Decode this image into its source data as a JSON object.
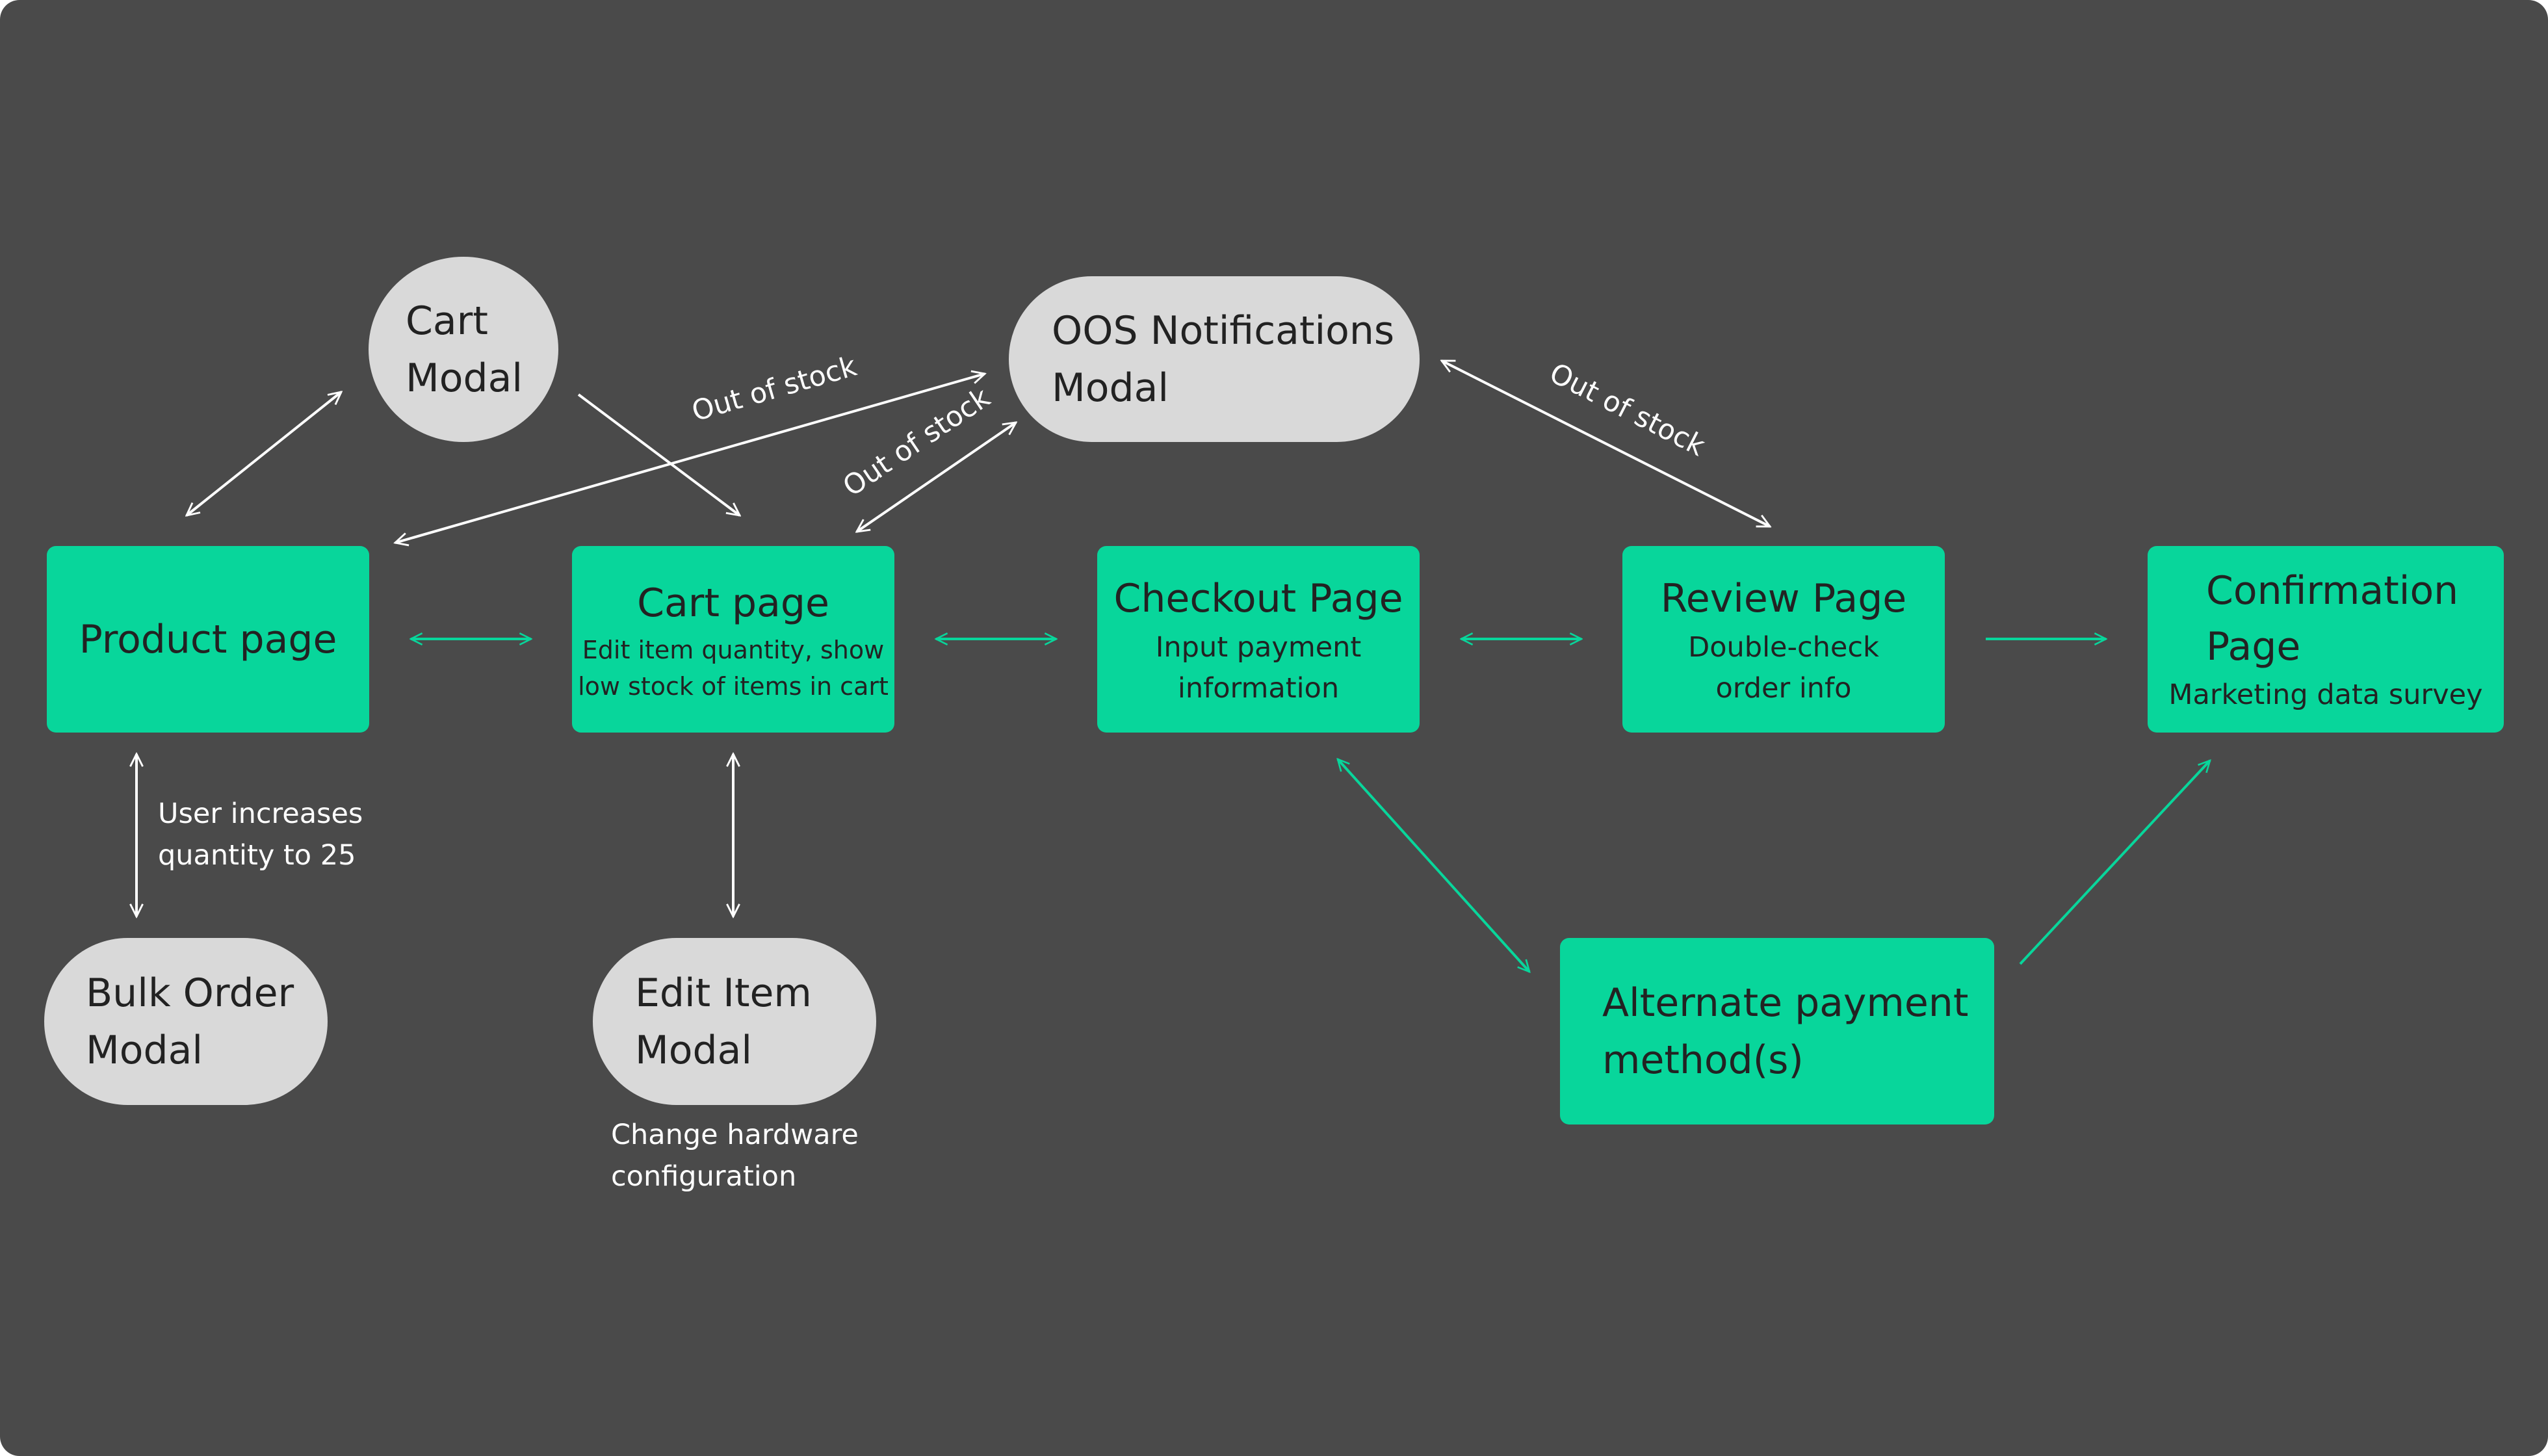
{
  "colors": {
    "background": "#4a4a4a",
    "page_node": "#08d69b",
    "modal_node": "#d9d9d9",
    "flow_arrow": "#08d69b",
    "modal_arrow": "#ffffff"
  },
  "nodes": {
    "product_page": {
      "title": "Product page"
    },
    "cart_page": {
      "title": "Cart page",
      "subtitle": "Edit item quantity, show\nlow stock of items in cart"
    },
    "checkout_page": {
      "title": "Checkout Page",
      "subtitle": "Input payment\ninformation"
    },
    "review_page": {
      "title": "Review Page",
      "subtitle": "Double-check\norder info"
    },
    "confirmation_page": {
      "title": "Confirmation\nPage",
      "subtitle": "Marketing data survey"
    },
    "alternate_payment": {
      "title": "Alternate payment\nmethod(s)"
    },
    "cart_modal": {
      "title": "Cart\nModal"
    },
    "oos_modal": {
      "title": "OOS Notifications\nModal"
    },
    "bulk_order_modal": {
      "title": "Bulk Order\nModal"
    },
    "edit_item_modal": {
      "title": "Edit Item\nModal"
    }
  },
  "notes": {
    "bulk_order": "User increases\nquantity to 25",
    "edit_item": "Change hardware\nconfiguration"
  },
  "edge_labels": {
    "product_to_oos": "Out of stock",
    "cart_to_oos": "Out of stock",
    "oos_to_review": "Out of stock"
  }
}
